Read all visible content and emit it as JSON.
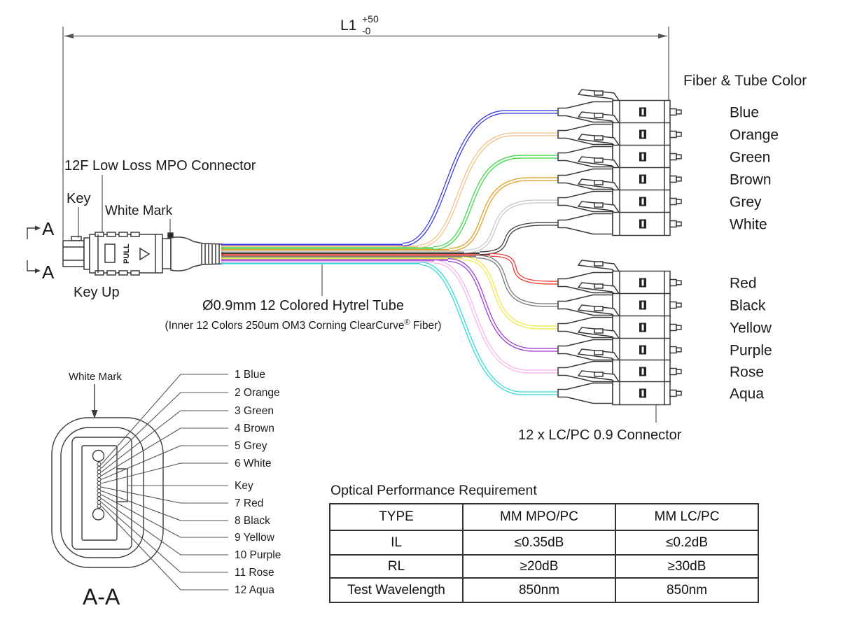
{
  "dimension": {
    "name": "L1",
    "tol_plus": "+50",
    "tol_minus": "-0"
  },
  "mpo": {
    "connector_label": "12F Low Loss MPO Connector",
    "key_label": "Key",
    "white_mark_label": "White Mark",
    "key_up_label": "Key Up",
    "pull_label": "PULL",
    "section_marker_top": "A",
    "section_marker_bottom": "A"
  },
  "tube": {
    "label": "Ø0.9mm 12 Colored Hytrel Tube",
    "sub_before": "(Inner 12 Colors 250um OM3 Corning ClearCurve",
    "sub_reg": "®",
    "sub_after": " Fiber)"
  },
  "fanout": {
    "header": "Fiber & Tube Color",
    "lc_label": "12 x LC/PC 0.9 Connector",
    "fibers": [
      {
        "n": 1,
        "name": "Blue",
        "color": "#3c3ce0"
      },
      {
        "n": 2,
        "name": "Orange",
        "color": "#f5c28c"
      },
      {
        "n": 3,
        "name": "Green",
        "color": "#3fd84a"
      },
      {
        "n": 4,
        "name": "Brown",
        "color": "#e0a22e"
      },
      {
        "n": 5,
        "name": "Grey",
        "color": "#c8c8c8"
      },
      {
        "n": 6,
        "name": "White",
        "color": "#3f3f3f"
      },
      {
        "n": 7,
        "name": "Red",
        "color": "#ee3a30"
      },
      {
        "n": 8,
        "name": "Black",
        "color": "#7a7a7a"
      },
      {
        "n": 9,
        "name": "Yellow",
        "color": "#f0e94c"
      },
      {
        "n": 10,
        "name": "Purple",
        "color": "#9c3ed6"
      },
      {
        "n": 11,
        "name": "Rose",
        "color": "#f9b5ee"
      },
      {
        "n": 12,
        "name": "Aqua",
        "color": "#35d9d9"
      }
    ]
  },
  "section": {
    "white_mark_label": "White Mark",
    "view_label": "A-A",
    "labels": [
      "1 Blue",
      "2 Orange",
      "3 Green",
      "4 Brown",
      "5 Grey",
      "6 White",
      "Key",
      "7 Red",
      "8 Black",
      "9 Yellow",
      "10 Purple",
      "11 Rose",
      "12 Aqua"
    ]
  },
  "table": {
    "title": "Optical Performance Requirement",
    "headers": [
      "TYPE",
      "MM MPO/PC",
      "MM LC/PC"
    ],
    "rows": [
      [
        "IL",
        "≤0.35dB",
        "≤0.2dB"
      ],
      [
        "RL",
        "≥20dB",
        "≥30dB"
      ],
      [
        "Test Wavelength",
        "850nm",
        "850nm"
      ]
    ]
  }
}
